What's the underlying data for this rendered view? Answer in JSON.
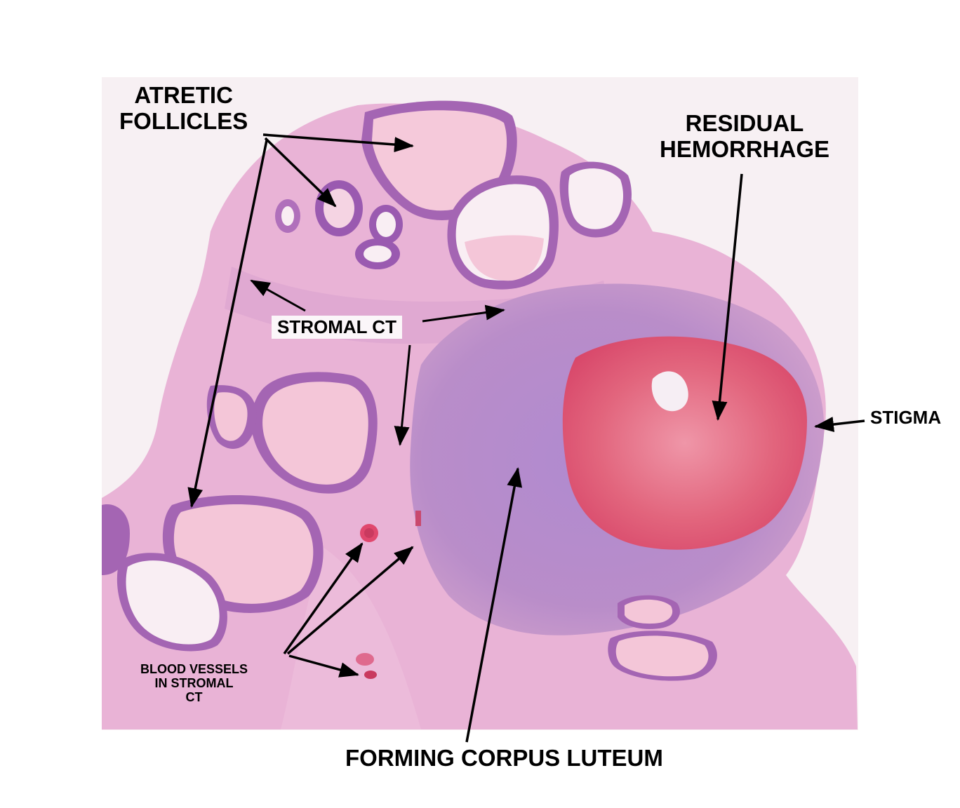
{
  "labels": {
    "atretic_follicles": [
      "ATRETIC",
      "FOLLICLES"
    ],
    "residual_hemorrhage": [
      "RESIDUAL",
      "HEMORRHAGE"
    ],
    "stromal_ct": "STROMAL CT",
    "stigma": "STIGMA",
    "blood_vessels": [
      "BLOOD VESSELS",
      "IN STROMAL",
      "CT"
    ],
    "forming_corpus_luteum": "FORMING CORPUS LUTEUM"
  },
  "colors": {
    "background": "#f7f0f3",
    "stroma": "#e6a9cf",
    "stroma_dense": "#c37fbf",
    "follicle_wall": "#9a5ab0",
    "follicle_fluid": "#f3c6d9",
    "corpus_luteum": "#b68ac8",
    "hemorrhage": "#e0546f",
    "arrow": "#000000"
  }
}
